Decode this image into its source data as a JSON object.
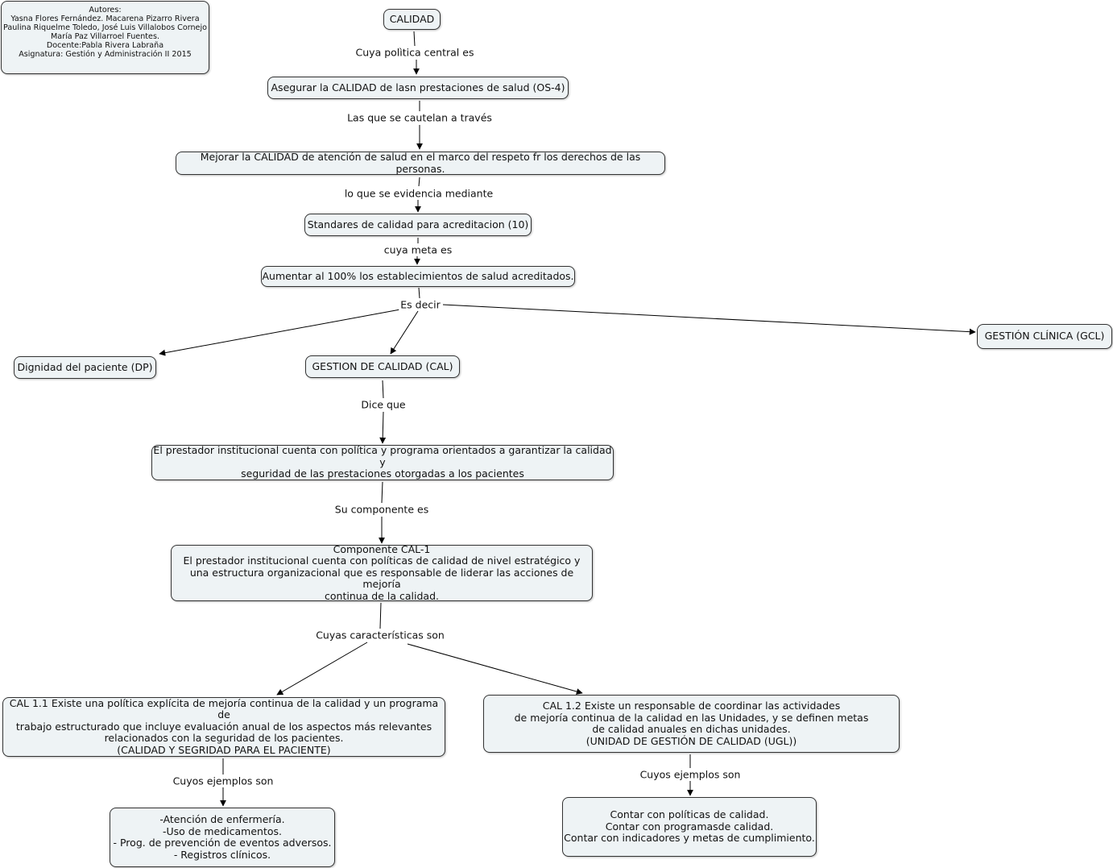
{
  "authors": "Autores:\nYasna Flores Fernández. Macarena  Pizarro Rivera\nPaulina Riquelme Toledo, José Luis Villalobos Cornejo\nMaría Paz Villarroel Fuentes.\nDocente:Pabla Rivera Labraña\nAsignatura: Gestión y Administración II 2015",
  "nodes": {
    "calidad": "CALIDAD",
    "asegurar": "Asegurar la CALIDAD de lasn prestaciones de salud (OS-4)",
    "mejorar": "Mejorar la CALIDAD de atención de salud en el marco del respeto fr los derechos de las personas.",
    "standares": "Standares de calidad para acreditacion (10)",
    "aumentar": "Aumentar al 100% los establecimientos de salud acreditados.",
    "dignidad": "Dignidad del paciente (DP)",
    "gestion_cal": "GESTION DE CALIDAD (CAL)",
    "gestion_gcl": "GESTIÓN CLÍNICA (GCL)",
    "prestador": "El prestador institucional cuenta con política y programa orientados a garantizar la calidad y\nseguridad de las prestaciones otorgadas a los pacientes",
    "componente": "Componente CAL-1\nEl prestador institucional cuenta con políticas de calidad de nivel estratégico y\nuna estructura organizacional que es responsable de liderar las acciones de mejoría\ncontinua de la calidad.",
    "cal11": "CAL 1.1 Existe una política explícita de mejoría continua de la calidad y un programa de\ntrabajo estructurado que incluye evaluación anual de los aspectos más relevantes\nrelacionados con la seguridad de los pacientes.\n(CALIDAD Y SEGRIDAD PARA EL PACIENTE)",
    "cal12": "CAL 1.2 Existe un responsable de coordinar las actividades\nde mejoría continua de la calidad en las Unidades, y se definen metas\nde calidad anuales en dichas unidades.\n(UNIDAD DE GESTIÓN DE CALIDAD (UGL))",
    "ejemplos1": "-Atención de enfermería.\n-Uso de medicamentos.\n- Prog. de prevención de eventos adversos.\n- Registros clínicos.",
    "ejemplos2": "Contar con políticas de calidad.\nContar con programasde calidad.\nContar con indicadores y metas de cumplimiento."
  },
  "links": {
    "politica": "Cuya polìtica central es",
    "cautelan": "Las que se cautelan a través",
    "evidencia": "lo que se evidencia mediante",
    "meta": "cuya meta es",
    "es_decir": "Es decir",
    "dice_que": "Dice que",
    "componente": "Su componente es",
    "caracteristicas": "Cuyas características son",
    "ejemplos1": "Cuyos ejemplos son",
    "ejemplos2": "Cuyos ejemplos son"
  }
}
